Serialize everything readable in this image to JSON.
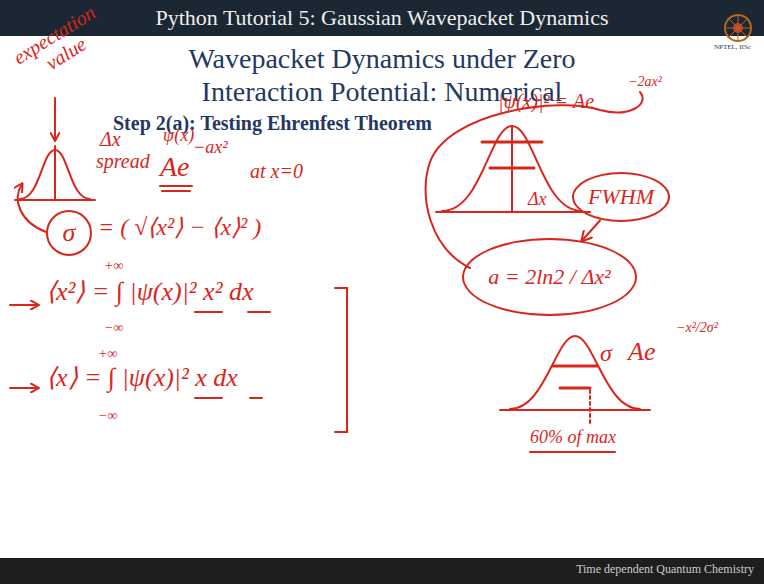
{
  "diagram": {
    "title": "Wavepacket Dynamics under Zero Interaction Potential: Numerical",
    "nodes": [
      {
        "text": [
          "FWHM"
        ]
      },
      {
        "text": [
          "σ"
        ]
      },
      {
        "text": [
          "a = 2ln2 / Δx²"
        ]
      }
    ],
    "edges": [
      {
        "from": 0,
        "to": 2,
        "arrow": "to"
      }
    ],
    "labels": [
      "Python Tutorial 5: Gaussian Wavepacket Dynamics",
      "NPTEL, IISc",
      "Step 2(a): Testing Ehrenfest Theorem",
      "expectation value",
      "Δx",
      "spread",
      "ψ(x)",
      "Ae",
      "−ax²",
      "at x=0",
      "= ( √⟨x²⟩ − ⟨x⟩² )",
      "+∞",
      "⟨x²⟩ = ∫ |ψ(x)|² x² dx",
      "−∞",
      "+∞",
      "⟨x⟩ = ∫ |ψ(x)|² x dx",
      "−∞",
      "|ψ(x)|² = Ae",
      "−2ax²",
      "Δx",
      "σ",
      "Ae",
      "−x²/2σ²",
      "60% of max",
      "Time dependent Quantum Chemistry"
    ]
  }
}
